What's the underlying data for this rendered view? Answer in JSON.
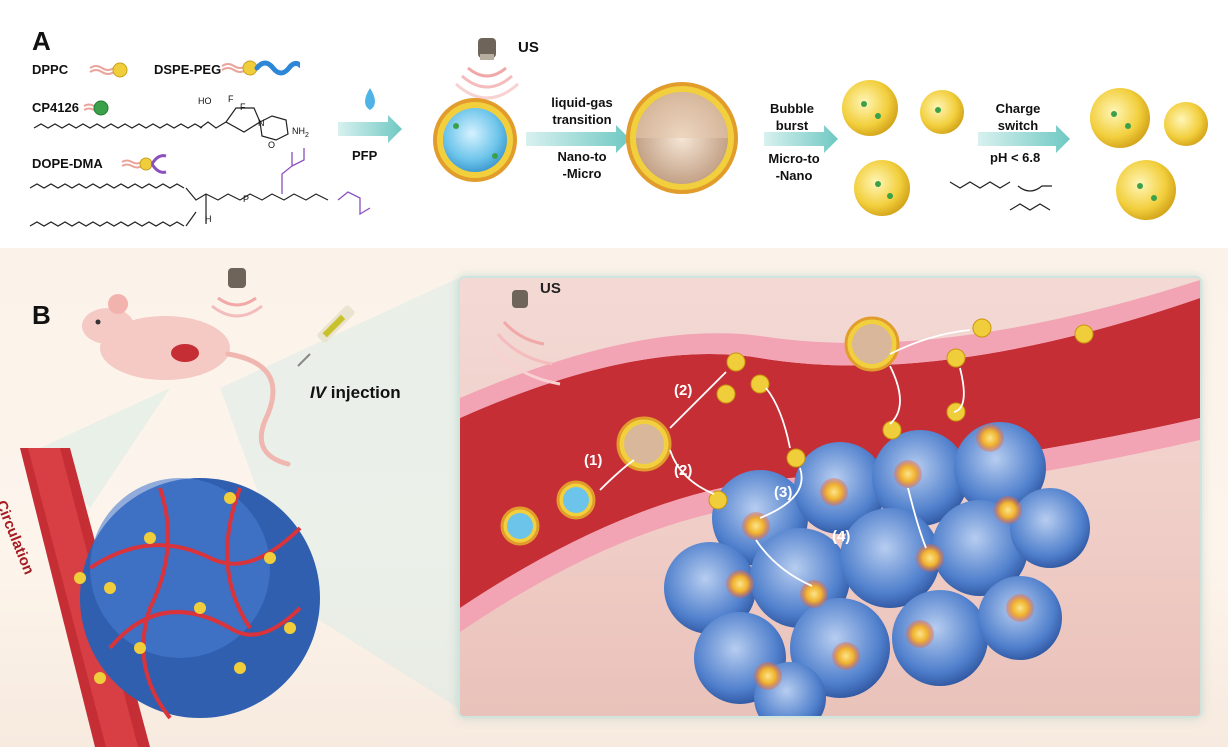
{
  "panelA": {
    "label": "A",
    "legend": {
      "dppc": "DPPC",
      "dspe_peg": "DSPE-PEG",
      "cp4126": "CP4126",
      "dope_dma": "DOPE-DMA"
    },
    "structure_atoms": {
      "ho": "HO",
      "f1": "F",
      "f2": "F",
      "n": "N",
      "nh2": "NH",
      "nh2_sub": "2",
      "o": "O",
      "h": "H",
      "p": "P"
    },
    "us": "US",
    "pfp": "PFP",
    "arrow1": {
      "top": "liquid-gas\ntransition",
      "bottom": "Nano-to\n-Micro"
    },
    "arrow2": {
      "top": "Bubble\nburst",
      "bottom": "Micro-to\n-Nano"
    },
    "arrow3": {
      "top": "Charge\nswitch",
      "bottom": "pH < 6.8"
    }
  },
  "panelB": {
    "label": "B",
    "iv_italic": "IV",
    "iv_rest": " injection",
    "circulation": "Circulation",
    "us": "US",
    "steps": [
      "(1)",
      "(2)",
      "(2)",
      "(3)",
      "(4)"
    ]
  },
  "colors": {
    "arrow_teal": "#7fd0cc",
    "vessel_red": "#c62e35",
    "endothelium_pink": "#f2a3b4",
    "tumor_blue": "#2f5fae",
    "nanoparticle_yellow": "#f0cd3a",
    "drug_green": "#3aa14a",
    "peg_blue": "#2e86d6",
    "dma_purple": "#8b4fc0"
  }
}
